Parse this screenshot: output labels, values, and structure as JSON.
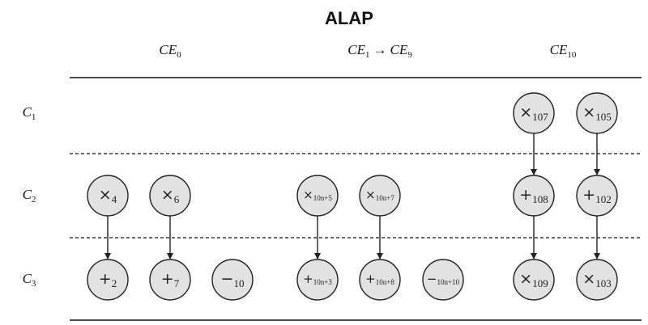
{
  "title": "ALAP",
  "columns": [
    {
      "id": "ce0",
      "base": "CE",
      "sub": "0"
    },
    {
      "id": "ce1-9",
      "base": "CE",
      "sub": "1",
      "arrow": "→",
      "base2": "CE",
      "sub2": "9"
    },
    {
      "id": "ce10",
      "base": "CE",
      "sub": "10"
    }
  ],
  "rows": [
    {
      "id": "c1",
      "base": "C",
      "sub": "1"
    },
    {
      "id": "c2",
      "base": "C",
      "sub": "2"
    },
    {
      "id": "c3",
      "base": "C",
      "sub": "3"
    }
  ],
  "nodes": [
    {
      "id": "n4",
      "op": "×",
      "sub": "4",
      "column": "ce0",
      "row": "c2"
    },
    {
      "id": "n6",
      "op": "×",
      "sub": "6",
      "column": "ce0",
      "row": "c2"
    },
    {
      "id": "n2",
      "op": "+",
      "sub": "2",
      "column": "ce0",
      "row": "c3"
    },
    {
      "id": "n7",
      "op": "+",
      "sub": "7",
      "column": "ce0",
      "row": "c3"
    },
    {
      "id": "n10",
      "op": "−",
      "sub": "10",
      "column": "ce0",
      "row": "c3"
    },
    {
      "id": "n10n5",
      "op": "×",
      "sub": "10n+5",
      "column": "ce1-9",
      "row": "c2"
    },
    {
      "id": "n10n7",
      "op": "×",
      "sub": "10n+7",
      "column": "ce1-9",
      "row": "c2"
    },
    {
      "id": "n10n3",
      "op": "+",
      "sub": "10n+3",
      "column": "ce1-9",
      "row": "c3"
    },
    {
      "id": "n10n8",
      "op": "+",
      "sub": "10n+8",
      "column": "ce1-9",
      "row": "c3"
    },
    {
      "id": "n10n10",
      "op": "−",
      "sub": "10n+10",
      "column": "ce1-9",
      "row": "c3"
    },
    {
      "id": "n107",
      "op": "×",
      "sub": "107",
      "column": "ce10",
      "row": "c1"
    },
    {
      "id": "n105",
      "op": "×",
      "sub": "105",
      "column": "ce10",
      "row": "c1"
    },
    {
      "id": "n108",
      "op": "+",
      "sub": "108",
      "column": "ce10",
      "row": "c2"
    },
    {
      "id": "n102",
      "op": "+",
      "sub": "102",
      "column": "ce10",
      "row": "c2"
    },
    {
      "id": "n109",
      "op": "×",
      "sub": "109",
      "column": "ce10",
      "row": "c3"
    },
    {
      "id": "n103",
      "op": "×",
      "sub": "103",
      "column": "ce10",
      "row": "c3"
    }
  ],
  "edges": [
    {
      "from": "n4",
      "to": "n2"
    },
    {
      "from": "n6",
      "to": "n7"
    },
    {
      "from": "n10n5",
      "to": "n10n3"
    },
    {
      "from": "n10n7",
      "to": "n10n8"
    },
    {
      "from": "n107",
      "to": "n108"
    },
    {
      "from": "n105",
      "to": "n102"
    },
    {
      "from": "n108",
      "to": "n109"
    },
    {
      "from": "n102",
      "to": "n103"
    }
  ]
}
